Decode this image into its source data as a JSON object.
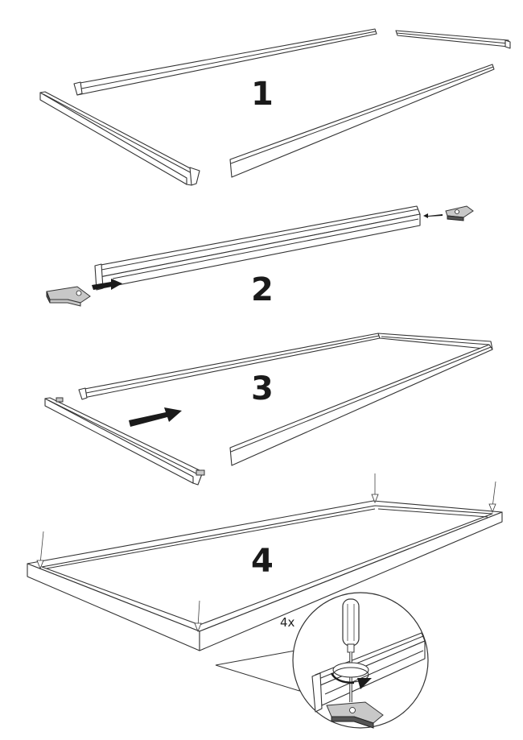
{
  "steps": [
    {
      "number": "1"
    },
    {
      "number": "2"
    },
    {
      "number": "3"
    },
    {
      "number": "4"
    }
  ],
  "detail": {
    "repeat_label": "4x"
  },
  "colors": {
    "line": "#333333",
    "bracket_fill": "#c8c8c8",
    "arrow_fill": "#1a1a1a"
  }
}
